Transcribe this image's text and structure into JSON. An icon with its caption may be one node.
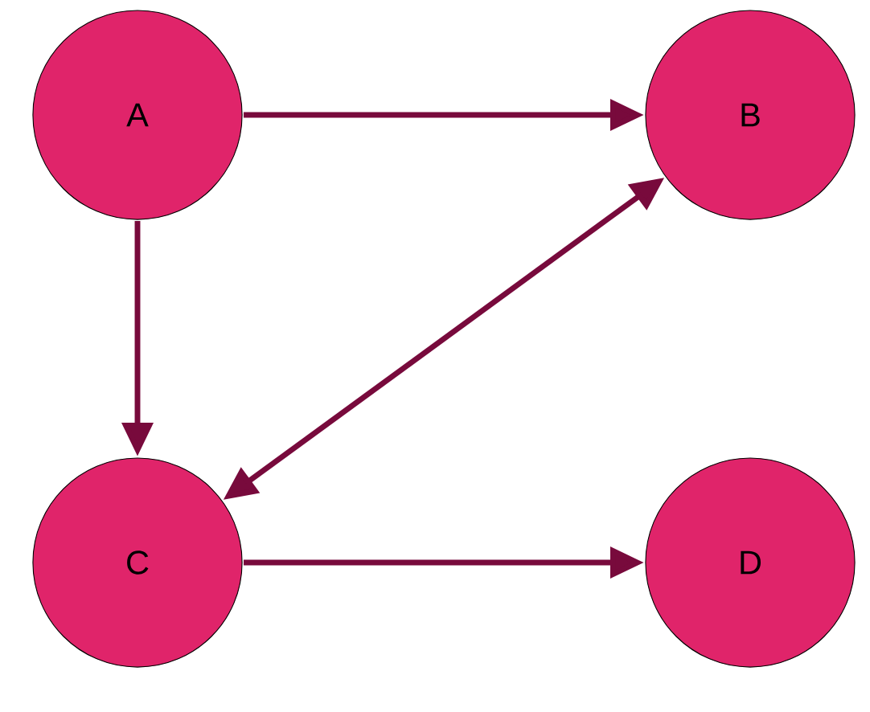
{
  "diagram": {
    "nodes": [
      {
        "text": [
          "A"
        ]
      },
      {
        "text": [
          "B"
        ]
      },
      {
        "text": [
          "C"
        ]
      },
      {
        "text": [
          "D"
        ]
      }
    ],
    "edges": [
      {
        "from": 0,
        "to": 1,
        "arrow": "to"
      },
      {
        "from": 0,
        "to": 2,
        "arrow": "to"
      },
      {
        "from": 2,
        "to": 1,
        "arrow": "both"
      },
      {
        "from": 2,
        "to": 3,
        "arrow": "to"
      }
    ]
  }
}
